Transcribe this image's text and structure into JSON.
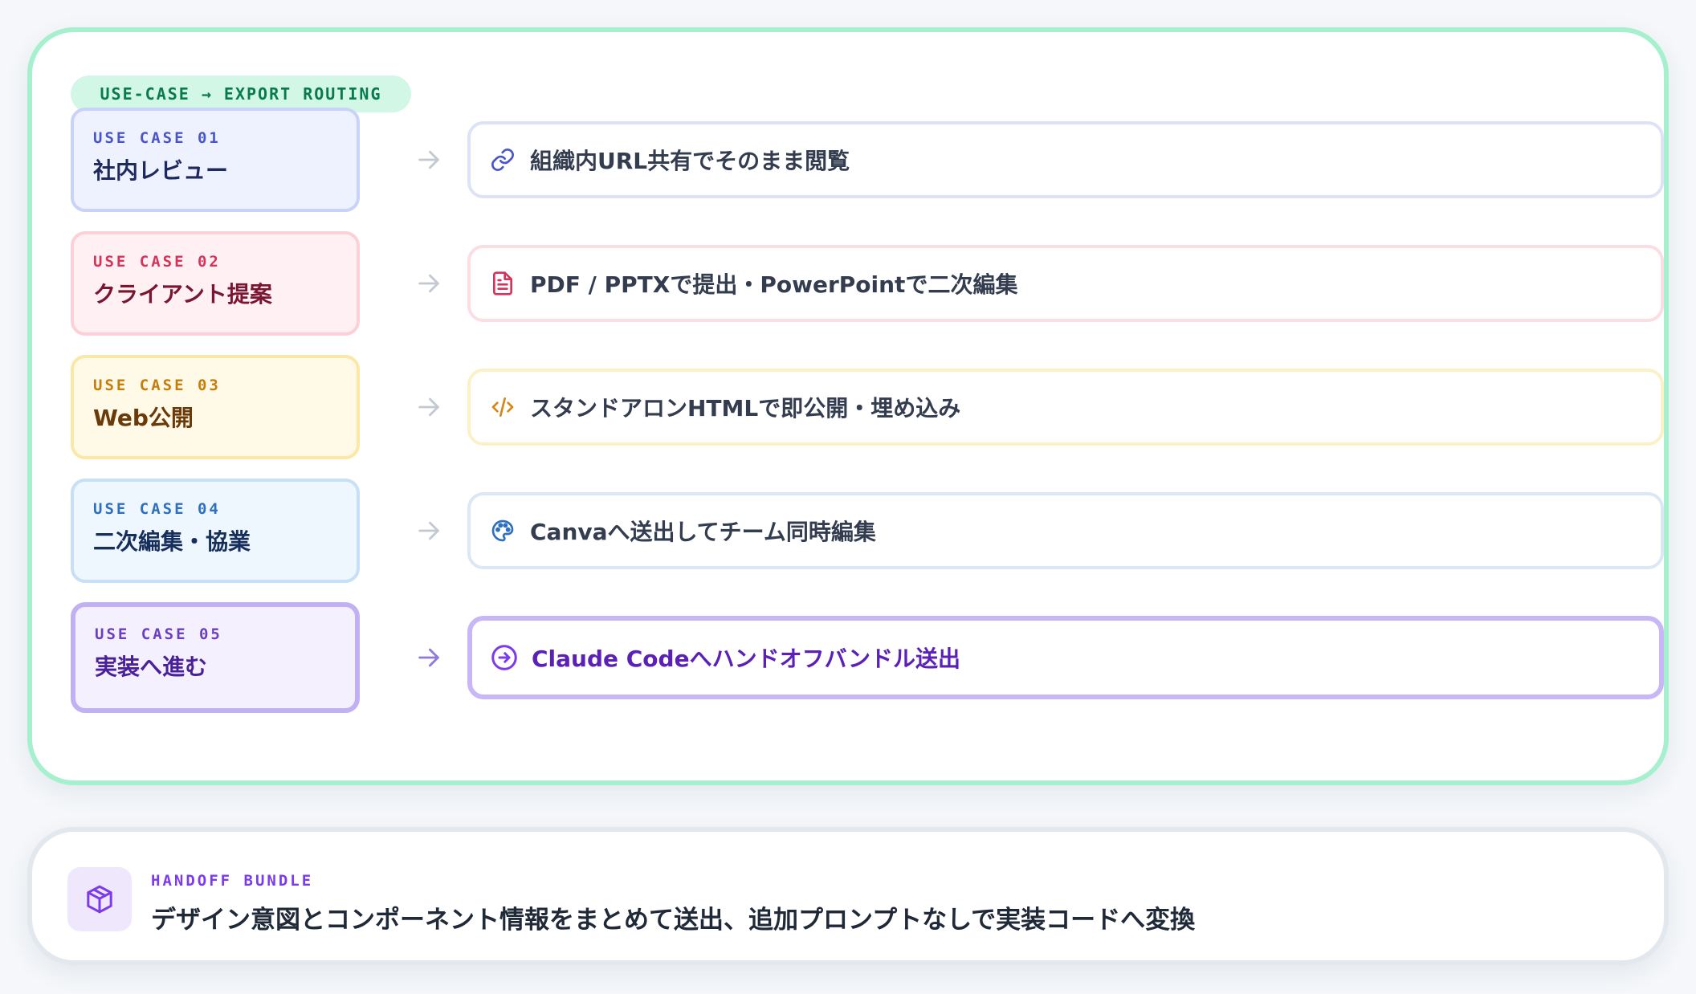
{
  "routing": {
    "header": "USE-CASE → EXPORT ROUTING",
    "rows": [
      {
        "label": "USE CASE 01",
        "title": "社内レビュー",
        "export": "組織内URL共有でそのまま閲覧",
        "icon": "link-icon",
        "label_color": "#4a56c8",
        "title_color": "#1e2a5e",
        "card_bg": "#eef1fe",
        "card_border": "#c9d3f7",
        "export_border": "#dde3f6",
        "icon_color": "#4a56c8"
      },
      {
        "label": "USE CASE 02",
        "title": "クライアント提案",
        "export": "PDF / PPTXで提出・PowerPointで二次編集",
        "icon": "document-icon",
        "label_color": "#d6335a",
        "title_color": "#7a1533",
        "card_bg": "#fff1f3",
        "card_border": "#fbd0d8",
        "export_border": "#fbdde3",
        "icon_color": "#d6335a"
      },
      {
        "label": "USE CASE 03",
        "title": "Web公開",
        "export": "スタンドアロンHTMLで即公開・埋め込み",
        "icon": "code-icon",
        "label_color": "#c77d0a",
        "title_color": "#6b3a0a",
        "card_bg": "#fffae8",
        "card_border": "#fbe7a6",
        "export_border": "#fbf0c6",
        "icon_color": "#d98512"
      },
      {
        "label": "USE CASE 04",
        "title": "二次編集・協業",
        "export": "Canvaへ送出してチーム同時編集",
        "icon": "palette-icon",
        "label_color": "#2f6fc0",
        "title_color": "#152e5c",
        "card_bg": "#eef6fe",
        "card_border": "#c7dff7",
        "export_border": "#dbe7f5",
        "icon_color": "#2f6fc0"
      },
      {
        "label": "USE CASE 05",
        "title": "実装へ進む",
        "export": "Claude Codeへハンドオフバンドル送出",
        "icon": "arrow-circle-icon",
        "label_color": "#6b3fc2",
        "title_color": "#4a1f9a",
        "card_bg": "#f4f0fe",
        "card_border": "#c2b1f2",
        "export_border": "#c8b6f6",
        "icon_color": "#7c3aed",
        "export_color": "#5b21b6",
        "highlight": true
      }
    ]
  },
  "handoff": {
    "label": "HANDOFF BUNDLE",
    "text": "デザイン意図とコンポーネント情報をまとめて送出、追加プロンプトなしで実装コードへ変換",
    "icon": "package-icon"
  },
  "colors": {
    "panel_border": "#a7f0cf",
    "pill_bg": "#d3f7e7",
    "pill_text": "#087a4c",
    "arrow": "#c3c9d3",
    "arrow_highlight": "#8f79dc"
  }
}
